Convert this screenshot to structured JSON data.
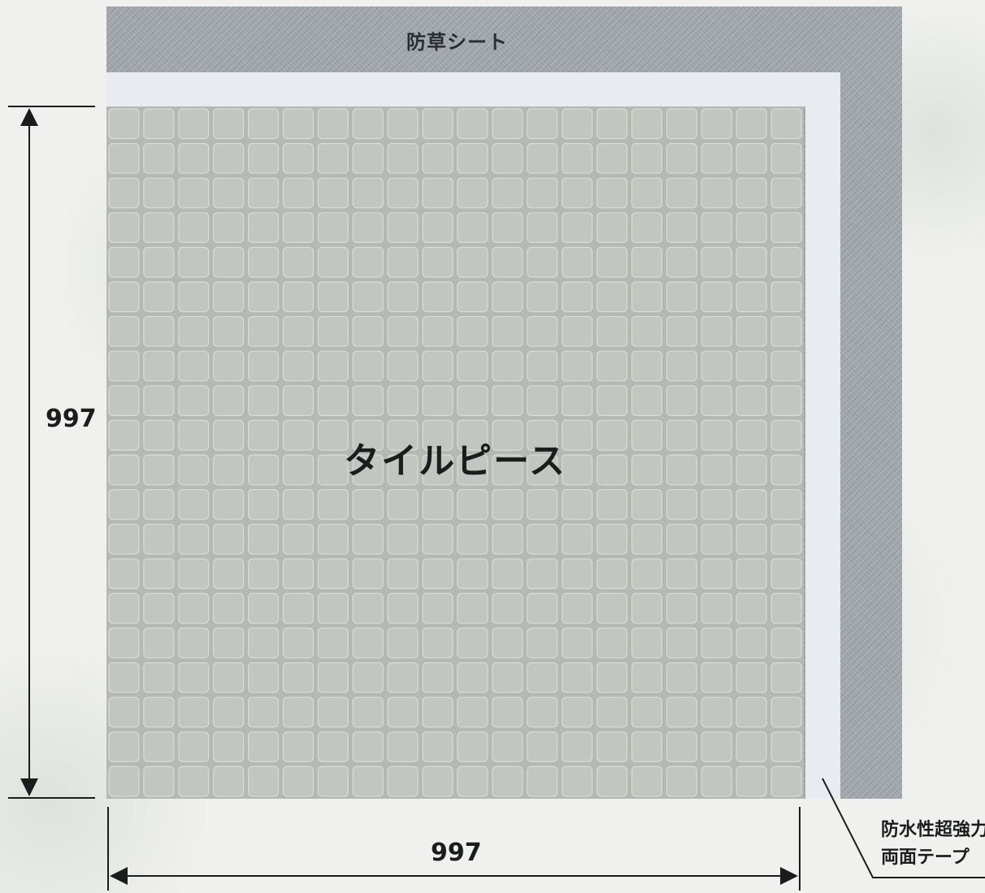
{
  "diagram": {
    "sheet_label": "防草シート",
    "tile_label": "タイルピース",
    "height_dimension": "997",
    "width_dimension": "997",
    "callout": {
      "line1": "防水性超強力",
      "line2": "両面テープ"
    },
    "tile_grid": {
      "columns": 20,
      "rows": 20
    },
    "colors": {
      "sheet": "#a3a8ae",
      "tape": "#e8ecf1",
      "tile": "#cfd1cc",
      "tile_cell": "#c3c5c1",
      "tile_groove": "#b6b8b3",
      "dimension_line": "#1a1c1e"
    }
  }
}
